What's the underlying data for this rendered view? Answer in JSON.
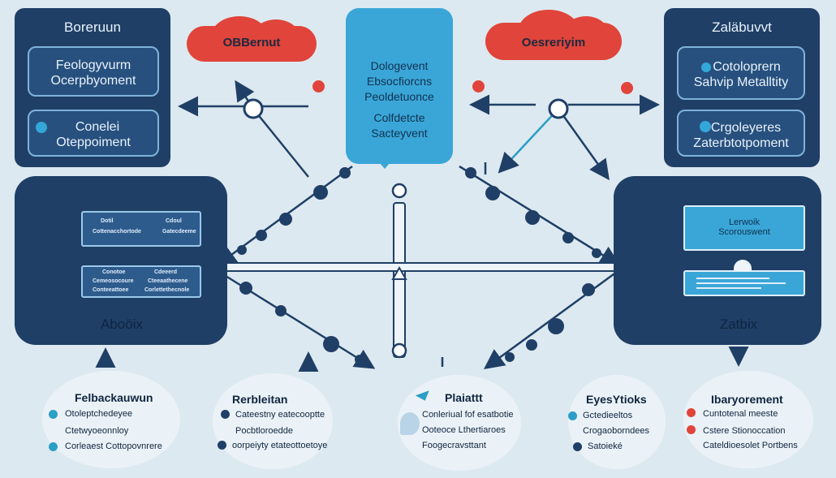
{
  "colors": {
    "navy": "#1f3f66",
    "accent_blue": "#3aa6d8",
    "red": "#e0443a",
    "background": "#dde9f0",
    "teal": "#2a9fc7"
  },
  "left_panel": {
    "title": "Boreruun",
    "card1": {
      "line1": "Feologyvurm",
      "line2": "Ocerpbyoment"
    },
    "card2": {
      "line1": "Conelei",
      "line2": "Oteppoiment"
    }
  },
  "right_panel": {
    "title": "Zaläbuvvt",
    "card1": {
      "line1": "Cotoloprern",
      "line2": "Sahvip Metalltity"
    },
    "card2": {
      "line1": "Crgoleyeres",
      "line2": "Zaterbtotpoment"
    }
  },
  "cloud_left": {
    "label": "OBBernut"
  },
  "cloud_right": {
    "label": "Oesreriyim"
  },
  "center_box": {
    "lines": [
      "Dologevent",
      "Ebsocfiorcns",
      "Peoldetuonce",
      "Colfdetcte",
      "Sacteyvent"
    ]
  },
  "left_big": {
    "title": "Aboöix",
    "mini1": {
      "a": "Dotil",
      "b": "Cdoul",
      "c": "Cottenacchortode",
      "d": "Gatecdeeme"
    },
    "mini2": {
      "a": "Conotoe",
      "b": "Cdeeerd",
      "c": "Cemeosocoure",
      "d": "Cteeaathecene",
      "e": "Conteeattoee",
      "f": "Corlettethecnole"
    }
  },
  "right_big": {
    "title": "Zatbix",
    "box_top": {
      "line1": "Lerwoik",
      "line2": "Scorouswent"
    }
  },
  "bottom_groups": [
    {
      "title": "Felbackauwun",
      "items": [
        {
          "text": "Otoleptchedeyee",
          "color": "#2a9fc7"
        },
        {
          "text": "Ctetwyoeonnloy",
          "color": "#2a9fc7"
        },
        {
          "text": "Corleaest Cottopovnrere",
          "color": "#2a9fc7"
        }
      ]
    },
    {
      "title": "Rerbleitan",
      "items": [
        {
          "text": "Cateestny eatecooptte",
          "color": "#1f3f66"
        },
        {
          "text": "Pocbtloroedde",
          "color": "#1f3f66"
        },
        {
          "text": "oorpeiyty etateottoetoye",
          "color": "#1f3f66"
        }
      ]
    },
    {
      "title": "Plaiattt",
      "items": [
        {
          "text": "Conleriual fof esatbotie",
          "color": "#2a9fc7"
        },
        {
          "text": "Ooteoce Lthertiaroes",
          "color": "#2a9fc7"
        },
        {
          "text": "Foogecravsttant",
          "color": "#2a9fc7"
        }
      ]
    },
    {
      "title": "EyesYtioks",
      "items": [
        {
          "text": "Gctedieeltos",
          "color": "#2a9fc7"
        },
        {
          "text": "Crogaoborndees",
          "color": "#2a9fc7"
        },
        {
          "text": "Satoieké",
          "color": "#1f3f66"
        }
      ]
    },
    {
      "title": "Ibaryorement",
      "items": [
        {
          "text": "Cuntotenal meeste",
          "color": "#e0443a"
        },
        {
          "text": "Cstere Stionoccation",
          "color": "#e0443a"
        },
        {
          "text": "Cateldioesolet Portbens",
          "color": "#1f3f66"
        }
      ]
    }
  ]
}
